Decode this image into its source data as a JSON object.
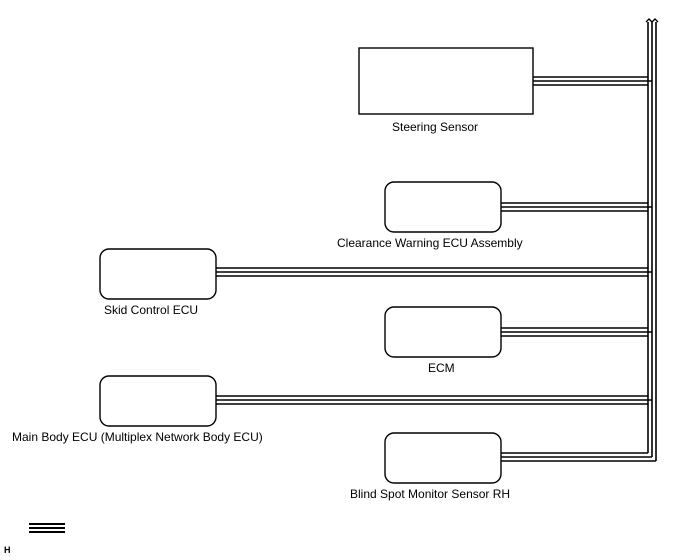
{
  "components": {
    "steering_sensor": "Steering Sensor",
    "clearance_warning_ecu": "Clearance Warning ECU Assembly",
    "skid_control_ecu": "Skid Control ECU",
    "ecm": "ECM",
    "main_body_ecu": "Main Body ECU (Multiplex Network Body ECU)",
    "blind_spot_monitor_sensor_rh": "Blind Spot Monitor Sensor RH"
  },
  "figure_code": "H"
}
